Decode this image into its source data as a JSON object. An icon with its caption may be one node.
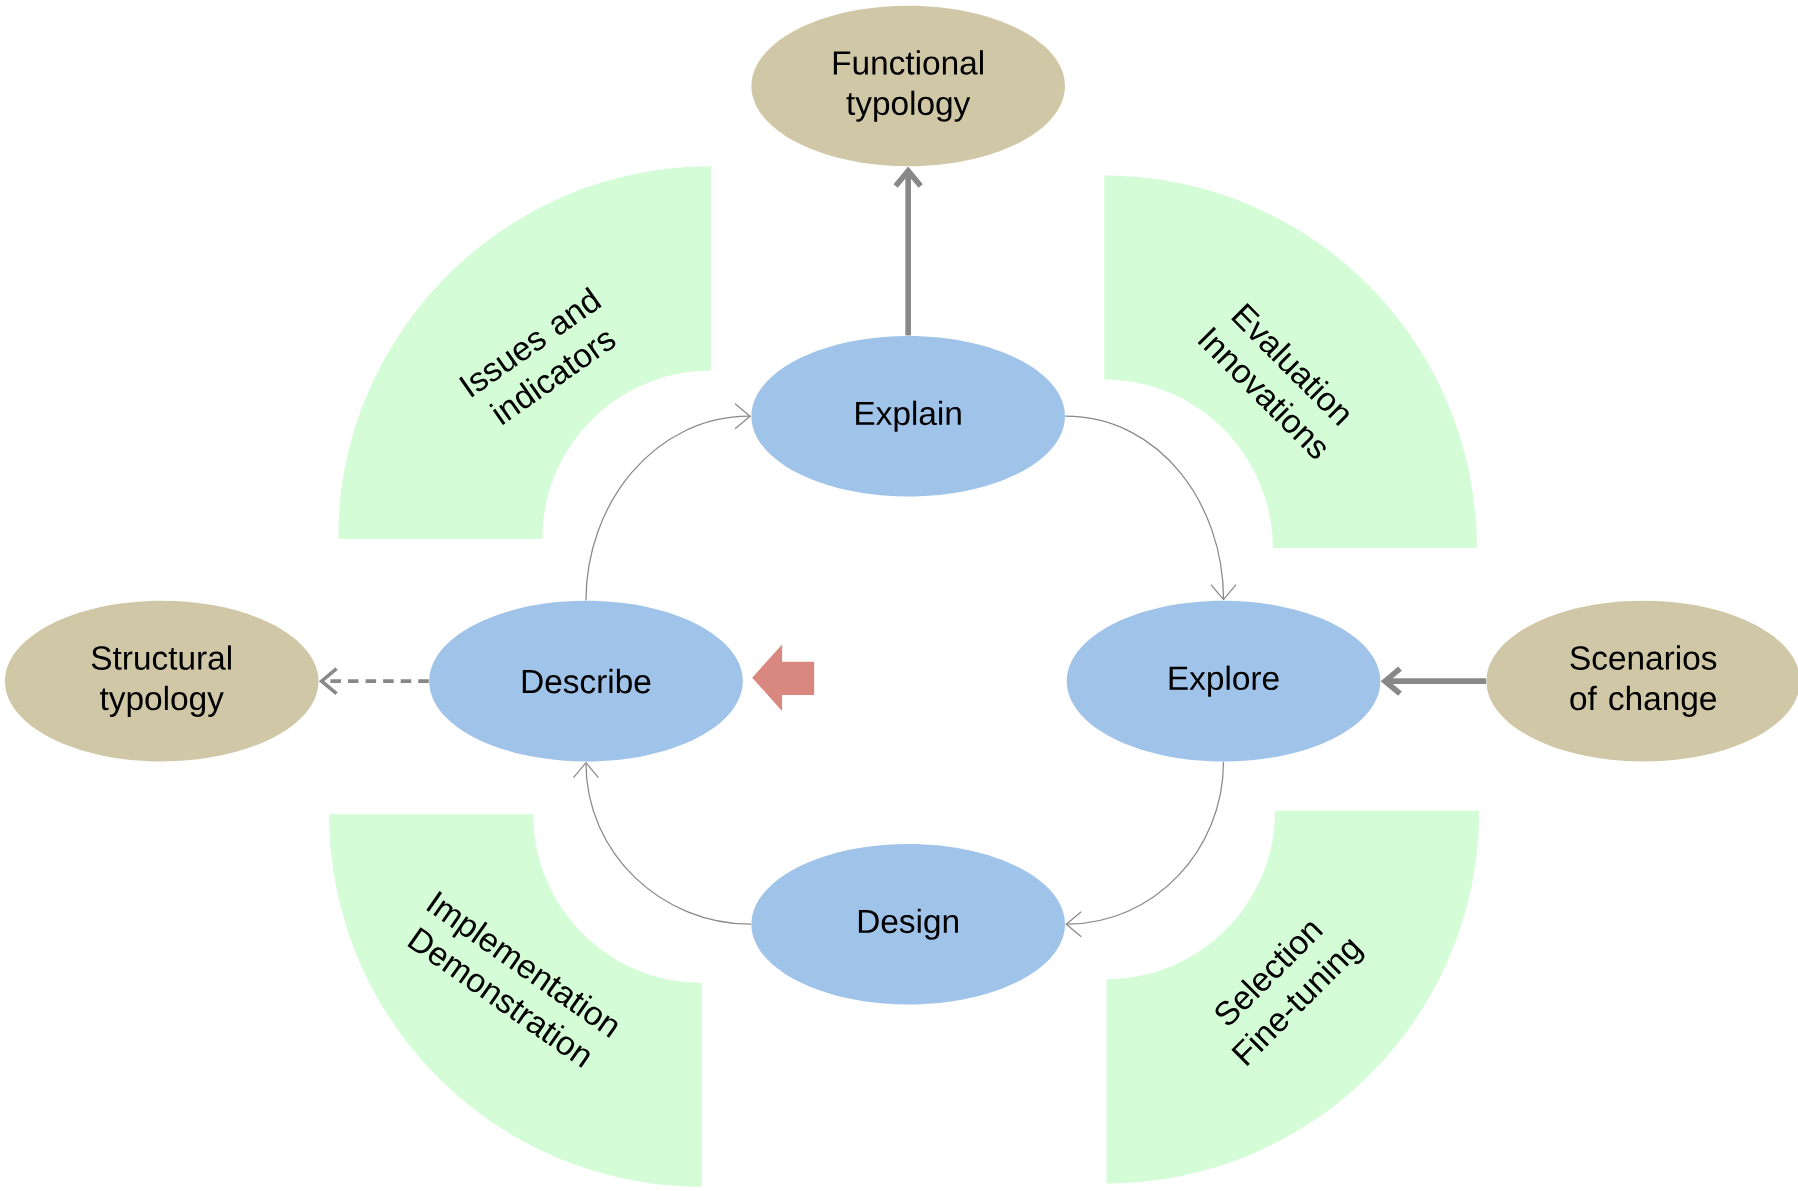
{
  "diagram": {
    "nodes": [
      {
        "text": [
          "Functional typology"
        ]
      },
      {
        "text": [
          "Issues and indicators"
        ]
      },
      {
        "text": [
          "Evaluation",
          "Innovations"
        ]
      },
      {
        "text": [
          "Explain"
        ]
      },
      {
        "text": [
          "Structural typology"
        ]
      },
      {
        "text": [
          "Describe"
        ]
      },
      {
        "text": [
          "Explore"
        ]
      },
      {
        "text": [
          "Scenarios of change"
        ]
      },
      {
        "text": [
          "Implementation",
          "Demonstration"
        ]
      },
      {
        "text": [
          "Design"
        ]
      },
      {
        "text": [
          "Selection",
          "Fine-tuning"
        ]
      }
    ],
    "edges": [
      {
        "from": 3,
        "to": 0,
        "arrow": "to",
        "style": "thick"
      },
      {
        "from": 5,
        "to": 3,
        "arrow": "to"
      },
      {
        "from": 3,
        "to": 6,
        "arrow": "to"
      },
      {
        "from": 6,
        "to": 9,
        "arrow": "to"
      },
      {
        "from": 9,
        "to": 5,
        "arrow": "to"
      },
      {
        "from": 5,
        "to": 4,
        "arrow": "to",
        "style": "dashed"
      },
      {
        "from": 7,
        "to": 6,
        "arrow": "to",
        "style": "thick"
      }
    ]
  }
}
